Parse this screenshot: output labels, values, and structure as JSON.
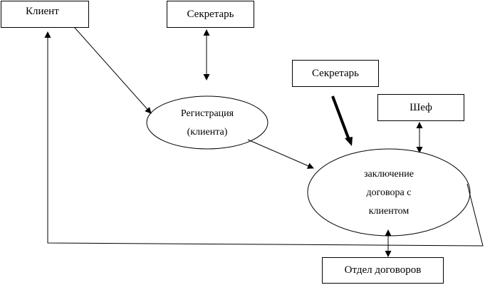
{
  "diagram": {
    "nodes": {
      "client": "Клиент",
      "secretary_top": "Секретарь",
      "secretary_right": "Секретарь",
      "chef": "Шеф",
      "contracts_dept": "Отдел договоров",
      "registration": [
        "Регистрация",
        "(клиента)"
      ],
      "contract": [
        "заключение",
        "договора с",
        "клиентом"
      ]
    }
  }
}
